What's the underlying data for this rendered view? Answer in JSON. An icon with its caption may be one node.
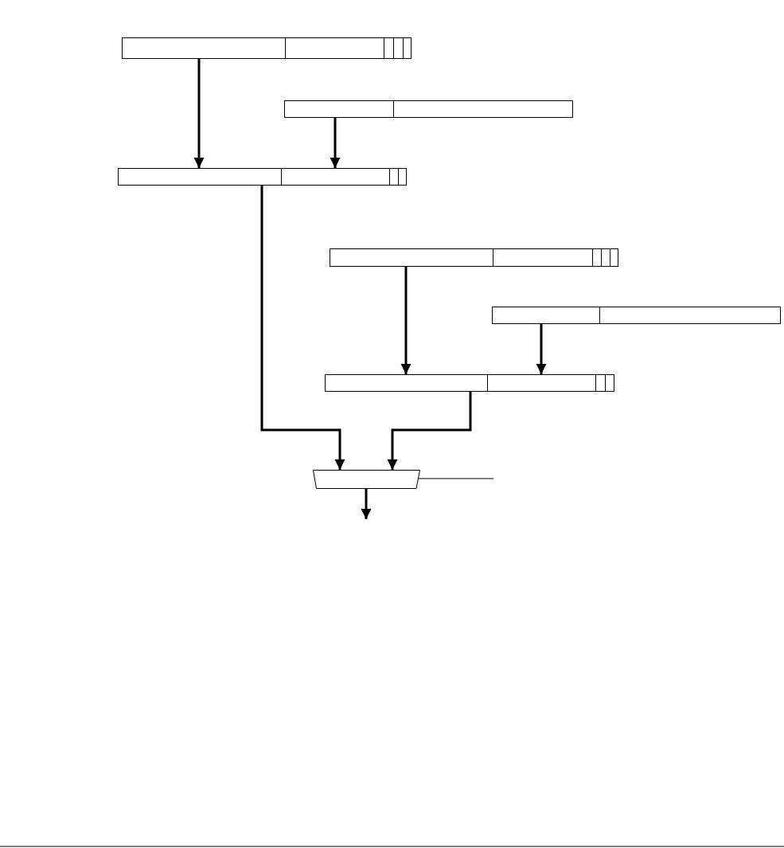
{
  "diagram": {
    "nodes": [
      {
        "text": [],
        "shape": "box"
      },
      {
        "text": [],
        "shape": "box"
      },
      {
        "text": [],
        "shape": "box"
      },
      {
        "text": [],
        "shape": "box"
      },
      {
        "text": [],
        "shape": "box"
      },
      {
        "text": [],
        "shape": "box"
      },
      {
        "text": [],
        "shape": "trapezoid"
      }
    ],
    "edges": [
      {
        "from": 0,
        "to": 2,
        "arrow": "to"
      },
      {
        "from": 1,
        "to": 2,
        "arrow": "to"
      },
      {
        "from": 3,
        "to": 5,
        "arrow": "to"
      },
      {
        "from": 4,
        "to": 5,
        "arrow": "to"
      },
      {
        "from": 2,
        "to": 6,
        "arrow": "to"
      },
      {
        "from": 5,
        "to": 6,
        "arrow": "to"
      },
      {
        "from": 6,
        "to": null,
        "arrow": "to"
      },
      {
        "from": 6,
        "to": null,
        "arrow": "none"
      }
    ]
  }
}
